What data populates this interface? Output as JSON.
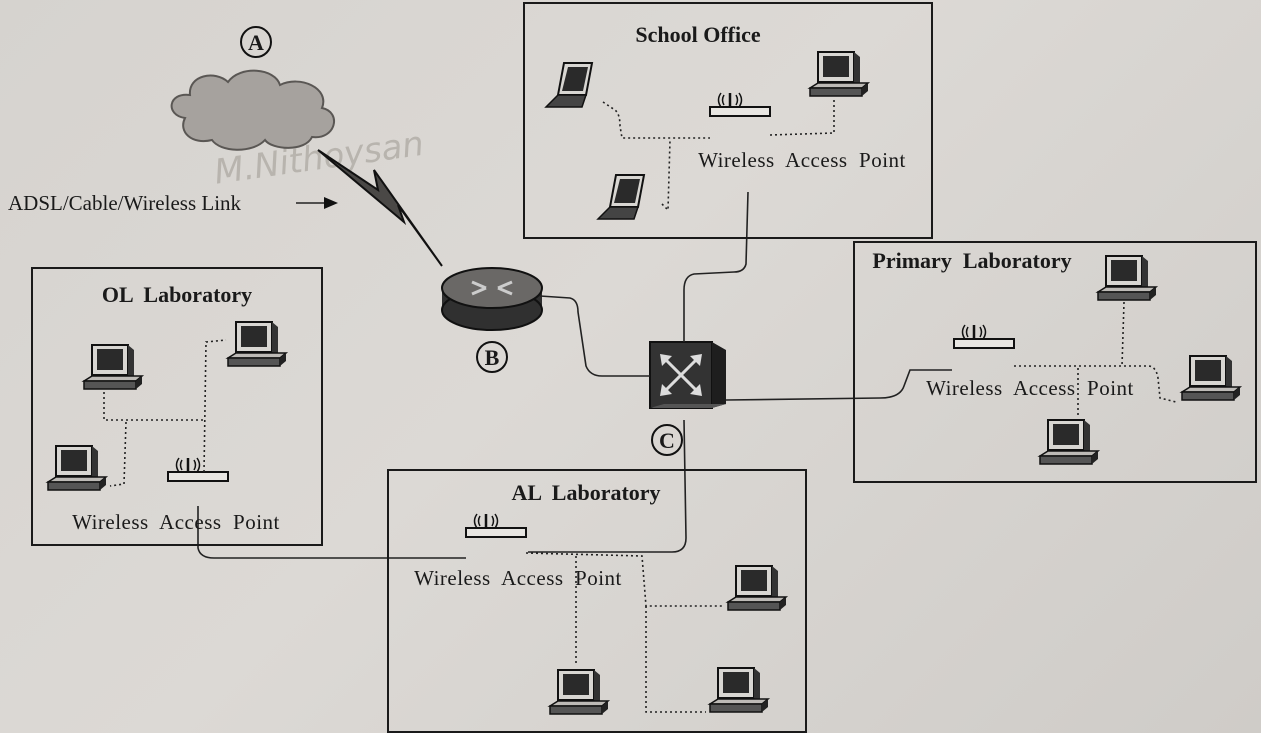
{
  "markers": {
    "a": "A",
    "b": "B",
    "c": "C"
  },
  "link_label": "ADSL/Cable/Wireless Link",
  "watermark": "M.Nithoysan",
  "rooms": {
    "school_office": {
      "title": "School Office",
      "ap_label": "Wireless  Access  Point"
    },
    "ol_lab": {
      "title": "OL  Laboratory",
      "ap_label": "Wireless  Access  Point"
    },
    "primary_lab": {
      "title": "Primary  Laboratory",
      "ap_label": "Wireless  Access  Point"
    },
    "al_lab": {
      "title": "AL  Laboratory",
      "ap_label": "Wireless  Access  Point"
    }
  },
  "icons": {
    "cloud": "cloud-icon",
    "lightning": "lightning-bolt-icon",
    "router": "router-icon",
    "switch": "switch-icon",
    "access_point": "wireless-access-point-icon",
    "desktop": "desktop-computer-icon",
    "laptop": "laptop-icon"
  }
}
